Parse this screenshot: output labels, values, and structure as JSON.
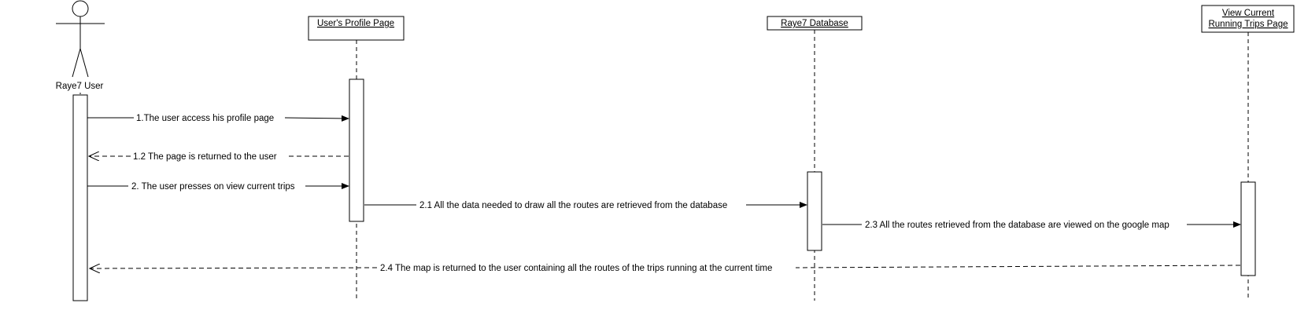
{
  "actor": {
    "label": "Raye7 User"
  },
  "participants": [
    {
      "id": "profile",
      "lines": [
        "User's Profile Page"
      ]
    },
    {
      "id": "db",
      "lines": [
        "Raye7 Database"
      ]
    },
    {
      "id": "trips",
      "lines": [
        "View Current",
        "Running Trips Page"
      ]
    }
  ],
  "messages": [
    {
      "id": "m1",
      "label": "1.The user access his profile page"
    },
    {
      "id": "m12",
      "label": "1.2 The page is returned to the user"
    },
    {
      "id": "m2",
      "label": "2. The user presses on view current trips"
    },
    {
      "id": "m21",
      "label": "2.1 All the data needed to draw all the routes are retrieved from the database"
    },
    {
      "id": "m23",
      "label": "2.3 All the routes retrieved from the database are viewed on the google map"
    },
    {
      "id": "m24",
      "label": "2.4 The map is returned to the user containing all the routes of the trips running at the current time"
    }
  ]
}
